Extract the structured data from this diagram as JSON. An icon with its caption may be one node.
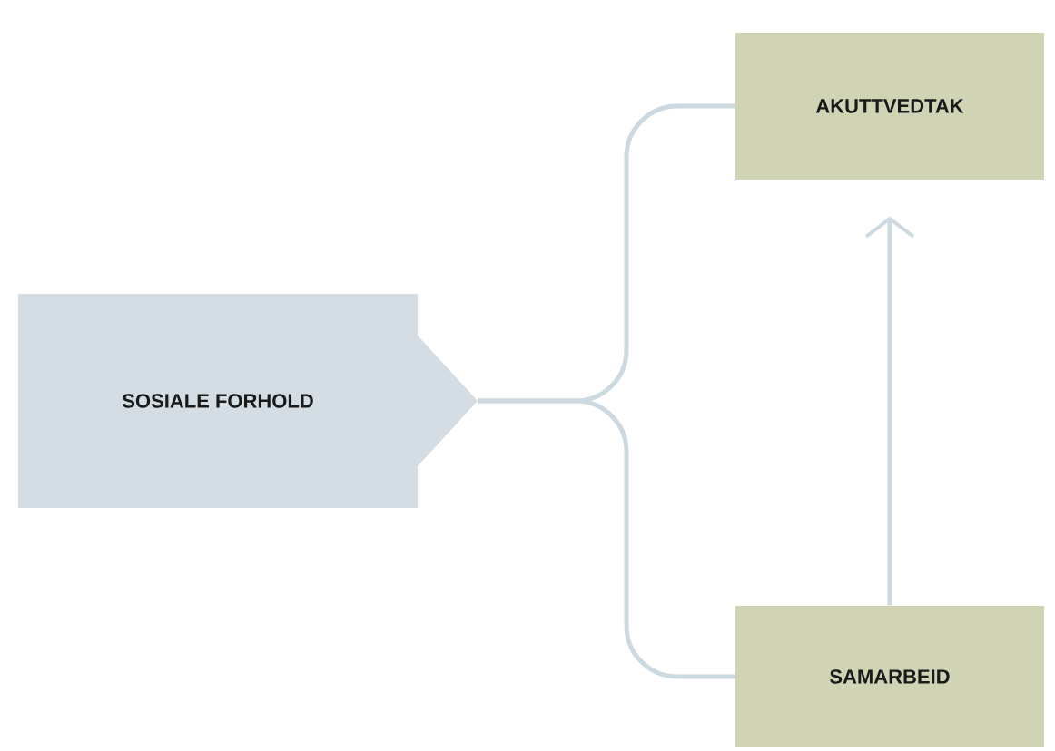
{
  "diagram": {
    "nodes": [
      {
        "text": [
          "SOSIALE FORHOLD"
        ]
      },
      {
        "text": [
          "AKUTTVEDTAK"
        ]
      },
      {
        "text": [
          "SAMARBEID"
        ]
      }
    ],
    "edges": [
      {
        "from": 0,
        "to": 1,
        "arrow": "none"
      },
      {
        "from": 0,
        "to": 2,
        "arrow": "none"
      },
      {
        "from": 2,
        "to": 1,
        "arrow": "to"
      }
    ]
  }
}
